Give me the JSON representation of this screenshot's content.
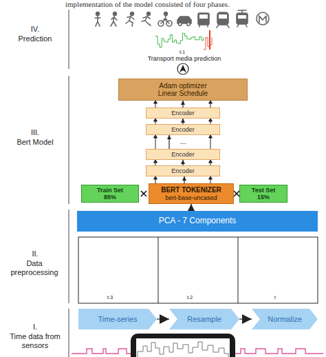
{
  "diagram": {
    "nodes": [
      {
        "text": [
          "Adam optimizer Linear Schedule"
        ]
      },
      {
        "text": [
          "Encoder"
        ]
      },
      {
        "text": [
          "Encoder"
        ]
      },
      {
        "text": [
          "Encoder"
        ]
      },
      {
        "text": [
          "Encoder"
        ]
      },
      {
        "text": [
          "Train Set 85%"
        ]
      },
      {
        "text": [
          "BERT TOKENIZER",
          "bert-base-uncased"
        ]
      },
      {
        "text": [
          "Test Set 15%"
        ]
      },
      {
        "text": [
          "PCA - 7 Components"
        ]
      },
      {
        "text": [
          "Time-series"
        ]
      },
      {
        "text": [
          "Resample"
        ]
      },
      {
        "text": [
          "Normalize"
        ]
      }
    ],
    "edges": [
      {
        "from": 4,
        "to": 3,
        "arrow": "to"
      },
      {
        "from": 3,
        "to": 2,
        "arrow": "to"
      },
      {
        "from": 2,
        "to": 1,
        "arrow": "to"
      },
      {
        "from": 1,
        "to": 0,
        "arrow": "to"
      },
      {
        "from": 6,
        "to": 4,
        "arrow": "to"
      },
      {
        "from": 8,
        "to": 6,
        "arrow": "to"
      },
      {
        "from": 9,
        "to": 10,
        "arrow": "to"
      },
      {
        "from": 10,
        "to": 11,
        "arrow": "to"
      }
    ],
    "labels": [
      "implementation of the model consisted of four phases.",
      "IV.",
      "Prediction",
      "III.",
      "Bert Model",
      "II.",
      "Data preprocessing",
      "I.",
      "Time data from sensors",
      "t-1",
      "Transport media prediction",
      "...",
      "t-3",
      "t-2",
      "t"
    ]
  }
}
